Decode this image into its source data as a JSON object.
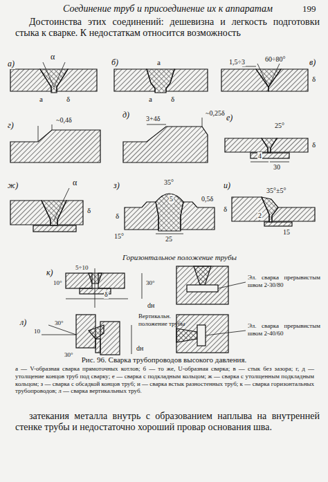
{
  "diagram": {
    "title": "Соединение труб и присоединение их к аппаратам",
    "caption": "Рис. 96. Сварка трубопроводов высокого давления.",
    "labels": [
      "199",
      "Достоинства этих соединений: дешевизна и легкость подготовки стыка к сварке. К недостаткам относится возможность",
      "а)",
      "α",
      "a",
      "δ",
      "б)",
      "a",
      "a",
      "δ",
      "в)",
      "1,5÷3",
      "60÷80°",
      "δ",
      "г)",
      "~0,4δ",
      "д)",
      "3+4δ",
      "~0,25δ",
      "е)",
      "25°",
      "4",
      "30",
      "δ",
      "ж)",
      "α",
      "δ",
      "з)",
      "35°",
      "5",
      "25",
      "0,5δ",
      "15°",
      "δ",
      "и)",
      "35°±5°",
      "2",
      "15",
      "δ",
      "Горизонтальное положение трубы",
      "к)",
      "5÷10",
      "30°",
      "10°",
      "dн",
      "δ",
      "Эл. сварка прерывистым швом 2-30/80",
      "л)",
      "10",
      "30°",
      "Вертикальн. положение трубы",
      "30°",
      "dн",
      "Эл. сварка прерывистым швом 2-40/60",
      "а — V-образная сварка прямоточных котлов; б — то же, U-образная сварка; в — стык без зазора; г, д — утолщение концов труб под сварку; е — сварка с подкладным кольцом; ж — сварка с утолщенным подкладным кольцом; з — сварка с обсадкой концов труб; и — сварка встык разностенных труб; к — сварка горизонтальных трубопроводов; л — сварка вертикальных труб.",
      "затекания металла внутрь с образованием наплыва на внутренней стенке трубы и недостаточно хороший провар основания шва."
    ]
  }
}
